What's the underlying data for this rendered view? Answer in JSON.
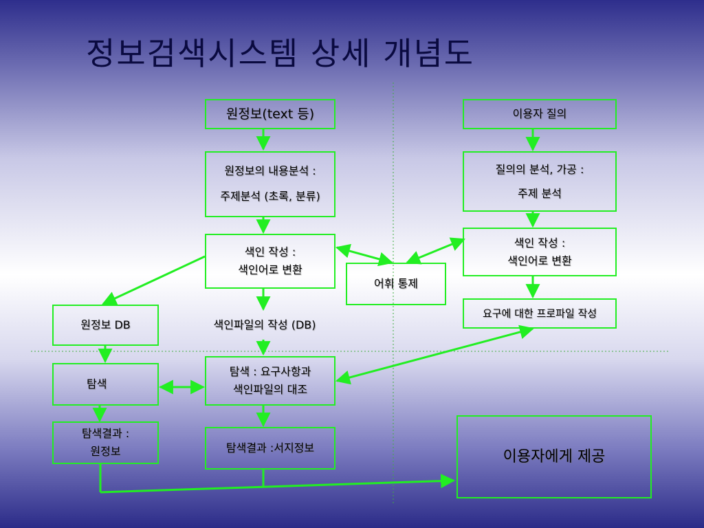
{
  "title": "정보검색시스템 상세 개념도",
  "nodes": {
    "source_info": {
      "lines": [
        "원정보(text 등)"
      ]
    },
    "content_analysis": {
      "lines": [
        "원정보의 내용분석 :",
        "주제분석 (초록, 분류)"
      ]
    },
    "index_left": {
      "lines": [
        "색인 작성 :",
        "색인어로 변환"
      ]
    },
    "vocab_control": {
      "lines": [
        "어휘 통제"
      ]
    },
    "source_db": {
      "lines": [
        "원정보 DB"
      ]
    },
    "index_file": {
      "lines": [
        "색인파일의 작성 (DB)"
      ]
    },
    "search": {
      "lines": [
        "탐색"
      ]
    },
    "search_match": {
      "lines": [
        "탐색 : 요구사항과",
        "색인파일의 대조"
      ]
    },
    "result_source": {
      "lines": [
        "탐색결과 :",
        "원정보"
      ]
    },
    "result_biblio": {
      "lines": [
        "탐색결과 :서지정보"
      ]
    },
    "user_query": {
      "lines": [
        "이용자 질의"
      ]
    },
    "query_analysis": {
      "lines": [
        "질의의 분석, 가공 :",
        "주제 분석"
      ]
    },
    "index_right": {
      "lines": [
        "색인 작성 :",
        "색인어로 변환"
      ]
    },
    "profile": {
      "lines": [
        "요구에 대한 프로파일 작성"
      ]
    },
    "provide_user": {
      "lines": [
        "이용자에게 제공"
      ]
    }
  },
  "colors": {
    "line": "#22ee22",
    "divider": "#3fae3f",
    "title": "#0a0a40"
  }
}
